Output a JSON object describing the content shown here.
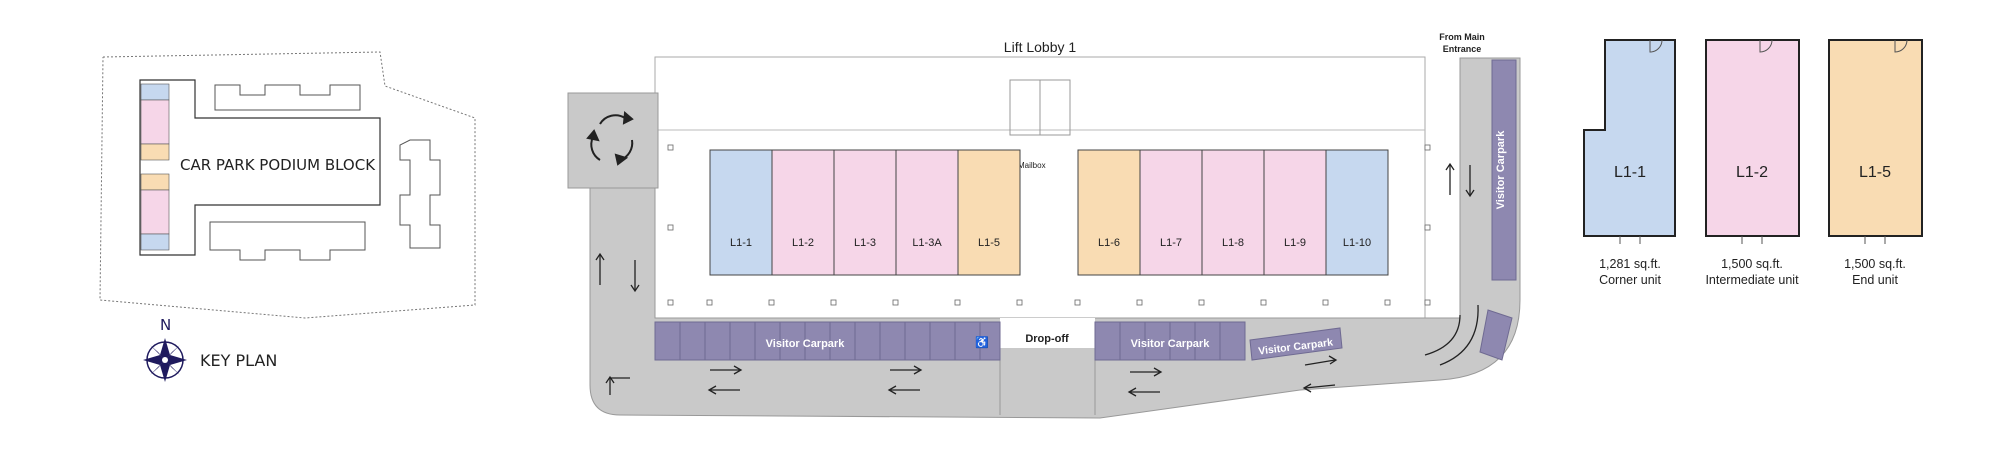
{
  "key_plan": {
    "block_label": "CAR PARK PODIUM BLOCK",
    "north_label": "N",
    "caption": "KEY PLAN"
  },
  "site": {
    "lift_lobby": "Lift Lobby 1",
    "entrance_line1": "From Main",
    "entrance_line2": "Entrance",
    "mailbox": "Mailbox",
    "visitor_carpark": "Visitor Carpark",
    "drop_off": "Drop-off"
  },
  "units_row_left": [
    "L1-1",
    "L1-2",
    "L1-3",
    "L1-3A",
    "L1-5"
  ],
  "units_row_right": [
    "L1-6",
    "L1-7",
    "L1-8",
    "L1-9",
    "L1-10"
  ],
  "legend_units": [
    {
      "code": "L1-1",
      "area": "1,281 sq.ft.",
      "type": "Corner unit"
    },
    {
      "code": "L1-2",
      "area": "1,500 sq.ft.",
      "type": "Intermediate unit"
    },
    {
      "code": "L1-5",
      "area": "1,500 sq.ft.",
      "type": "End unit"
    }
  ],
  "colors": {
    "corner": "#c6d8ef",
    "intermediate": "#f6d6e8",
    "end": "#f9dcb3",
    "carpark": "#8e88b0",
    "road": "#c9c9c9",
    "compass": "#1f1a5e"
  }
}
